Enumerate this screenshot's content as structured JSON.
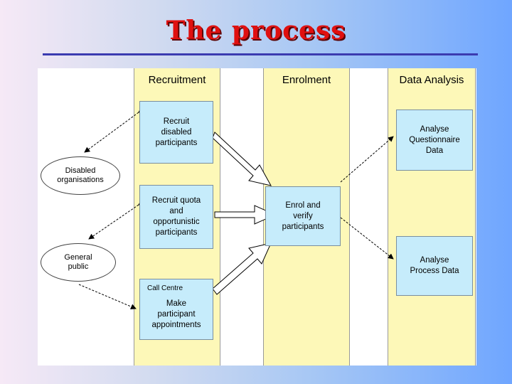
{
  "slide": {
    "title": "The process"
  },
  "lanes": {
    "recruitment": "Recruitment",
    "enrolment": "Enrolment",
    "analysis": "Data Analysis"
  },
  "boxes": {
    "recruit_disabled": "Recruit\ndisabled\nparticipants",
    "recruit_quota": "Recruit quota\nand\nopportunistic\nparticipants",
    "call_centre_tag": "Call Centre",
    "appointments": "Make\nparticipant\nappointments",
    "enrol": "Enrol and\nverify\nparticipants",
    "analyse_questionnaire": "Analyse\nQuestionnaire\nData",
    "analyse_process": "Analyse\nProcess Data"
  },
  "ellipses": {
    "disabled_orgs": "Disabled\norganisations",
    "general_public": "General\npublic"
  },
  "colors": {
    "title": "#e01010",
    "lane_fill": "#fdf8b8",
    "box_fill": "#c6ecfb",
    "rule": "#3b3bb0"
  }
}
